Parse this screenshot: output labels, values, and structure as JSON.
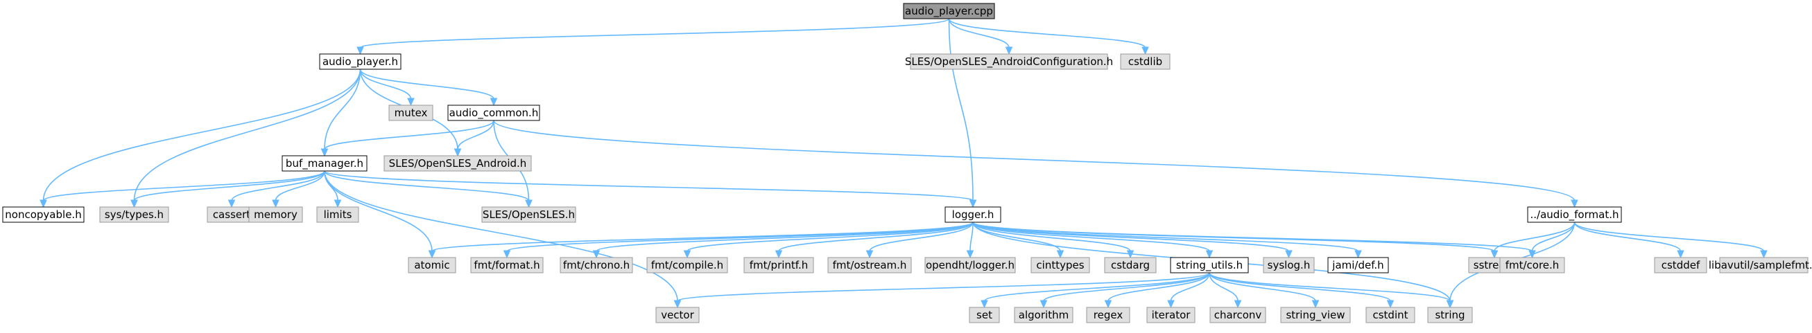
{
  "graph": {
    "nodes": [
      {
        "id": "audio_player_cpp",
        "label": "audio_player.cpp",
        "style": "root"
      },
      {
        "id": "audio_player_h",
        "label": "audio_player.h",
        "style": "file"
      },
      {
        "id": "android_config_h",
        "label": "SLES/OpenSLES_AndroidConfiguration.h",
        "style": "external"
      },
      {
        "id": "cstdlib",
        "label": "cstdlib",
        "style": "external"
      },
      {
        "id": "mutex",
        "label": "mutex",
        "style": "external"
      },
      {
        "id": "audio_common_h",
        "label": "audio_common.h",
        "style": "file"
      },
      {
        "id": "buf_manager_h",
        "label": "buf_manager.h",
        "style": "file"
      },
      {
        "id": "opensles_android_h",
        "label": "SLES/OpenSLES_Android.h",
        "style": "external"
      },
      {
        "id": "noncopyable_h",
        "label": "noncopyable.h",
        "style": "file"
      },
      {
        "id": "sys_types_h",
        "label": "sys/types.h",
        "style": "external"
      },
      {
        "id": "cassert",
        "label": "cassert",
        "style": "external"
      },
      {
        "id": "memory",
        "label": "memory",
        "style": "external"
      },
      {
        "id": "limits",
        "label": "limits",
        "style": "external"
      },
      {
        "id": "opensles_h",
        "label": "SLES/OpenSLES.h",
        "style": "external"
      },
      {
        "id": "logger_h",
        "label": "logger.h",
        "style": "file"
      },
      {
        "id": "audio_format_h",
        "label": "../audio_format.h",
        "style": "file"
      },
      {
        "id": "atomic",
        "label": "atomic",
        "style": "external"
      },
      {
        "id": "fmt_format_h",
        "label": "fmt/format.h",
        "style": "external"
      },
      {
        "id": "fmt_chrono_h",
        "label": "fmt/chrono.h",
        "style": "external"
      },
      {
        "id": "fmt_compile_h",
        "label": "fmt/compile.h",
        "style": "external"
      },
      {
        "id": "fmt_printf_h",
        "label": "fmt/printf.h",
        "style": "external"
      },
      {
        "id": "fmt_ostream_h",
        "label": "fmt/ostream.h",
        "style": "external"
      },
      {
        "id": "opendht_logger_h",
        "label": "opendht/logger.h",
        "style": "external"
      },
      {
        "id": "cinttypes",
        "label": "cinttypes",
        "style": "external"
      },
      {
        "id": "cstdarg",
        "label": "cstdarg",
        "style": "external"
      },
      {
        "id": "string_utils_h",
        "label": "string_utils.h",
        "style": "file"
      },
      {
        "id": "syslog_h",
        "label": "syslog.h",
        "style": "external"
      },
      {
        "id": "jami_def_h",
        "label": "jami/def.h",
        "style": "file"
      },
      {
        "id": "sstream",
        "label": "sstream",
        "style": "external"
      },
      {
        "id": "fmt_core_h",
        "label": "fmt/core.h",
        "style": "external"
      },
      {
        "id": "cstddef",
        "label": "cstddef",
        "style": "external"
      },
      {
        "id": "samplefmt_h",
        "label": "libavutil/samplefmt.h",
        "style": "external"
      },
      {
        "id": "vector",
        "label": "vector",
        "style": "external"
      },
      {
        "id": "set",
        "label": "set",
        "style": "external"
      },
      {
        "id": "algorithm",
        "label": "algorithm",
        "style": "external"
      },
      {
        "id": "regex",
        "label": "regex",
        "style": "external"
      },
      {
        "id": "iterator",
        "label": "iterator",
        "style": "external"
      },
      {
        "id": "charconv",
        "label": "charconv",
        "style": "external"
      },
      {
        "id": "string_view",
        "label": "string_view",
        "style": "external"
      },
      {
        "id": "cstdint",
        "label": "cstdint",
        "style": "external"
      },
      {
        "id": "string",
        "label": "string",
        "style": "external"
      }
    ],
    "edges": [
      [
        "audio_player_cpp",
        "audio_player_h"
      ],
      [
        "audio_player_cpp",
        "android_config_h"
      ],
      [
        "audio_player_cpp",
        "cstdlib"
      ],
      [
        "audio_player_cpp",
        "logger_h"
      ],
      [
        "audio_player_h",
        "mutex"
      ],
      [
        "audio_player_h",
        "audio_common_h"
      ],
      [
        "audio_player_h",
        "buf_manager_h"
      ],
      [
        "audio_player_h",
        "opensles_android_h"
      ],
      [
        "audio_player_h",
        "noncopyable_h"
      ],
      [
        "audio_player_h",
        "sys_types_h"
      ],
      [
        "audio_common_h",
        "buf_manager_h"
      ],
      [
        "audio_common_h",
        "opensles_android_h"
      ],
      [
        "audio_common_h",
        "opensles_h"
      ],
      [
        "audio_common_h",
        "audio_format_h"
      ],
      [
        "buf_manager_h",
        "noncopyable_h"
      ],
      [
        "buf_manager_h",
        "sys_types_h"
      ],
      [
        "buf_manager_h",
        "cassert"
      ],
      [
        "buf_manager_h",
        "memory"
      ],
      [
        "buf_manager_h",
        "limits"
      ],
      [
        "buf_manager_h",
        "opensles_h"
      ],
      [
        "buf_manager_h",
        "logger_h"
      ],
      [
        "buf_manager_h",
        "atomic"
      ],
      [
        "buf_manager_h",
        "vector"
      ],
      [
        "logger_h",
        "atomic"
      ],
      [
        "logger_h",
        "fmt_format_h"
      ],
      [
        "logger_h",
        "fmt_chrono_h"
      ],
      [
        "logger_h",
        "fmt_compile_h"
      ],
      [
        "logger_h",
        "fmt_printf_h"
      ],
      [
        "logger_h",
        "fmt_ostream_h"
      ],
      [
        "logger_h",
        "opendht_logger_h"
      ],
      [
        "logger_h",
        "cinttypes"
      ],
      [
        "logger_h",
        "cstdarg"
      ],
      [
        "logger_h",
        "string_utils_h"
      ],
      [
        "logger_h",
        "syslog_h"
      ],
      [
        "logger_h",
        "jami_def_h"
      ],
      [
        "logger_h",
        "sstream"
      ],
      [
        "logger_h",
        "fmt_core_h"
      ],
      [
        "logger_h",
        "string"
      ],
      [
        "audio_format_h",
        "sstream"
      ],
      [
        "audio_format_h",
        "fmt_core_h"
      ],
      [
        "audio_format_h",
        "cstddef"
      ],
      [
        "audio_format_h",
        "samplefmt_h"
      ],
      [
        "audio_format_h",
        "string"
      ],
      [
        "string_utils_h",
        "vector"
      ],
      [
        "string_utils_h",
        "set"
      ],
      [
        "string_utils_h",
        "algorithm"
      ],
      [
        "string_utils_h",
        "regex"
      ],
      [
        "string_utils_h",
        "iterator"
      ],
      [
        "string_utils_h",
        "charconv"
      ],
      [
        "string_utils_h",
        "string_view"
      ],
      [
        "string_utils_h",
        "cstdint"
      ],
      [
        "string_utils_h",
        "string"
      ]
    ]
  },
  "colors": {
    "root_fill": "#999999",
    "file_fill": "#ffffff",
    "external_fill": "#e0e0e0",
    "file_border": "#000000",
    "external_border": "#999999",
    "edge": "#63b8ff"
  }
}
